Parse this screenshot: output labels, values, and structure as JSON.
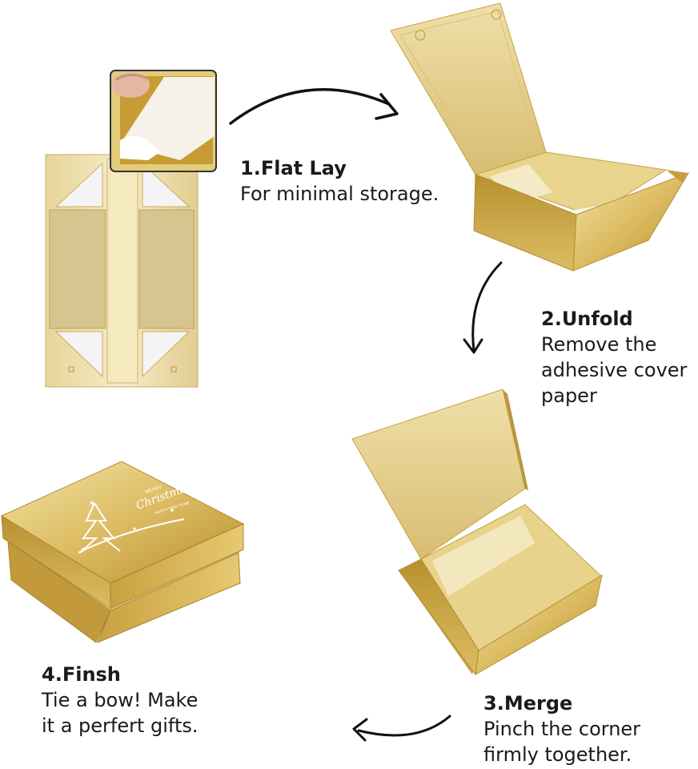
{
  "steps": [
    {
      "title": "1.Flat Lay",
      "description": "For minimal storage."
    },
    {
      "title": "2.Unfold",
      "description_lines": [
        "Remove the",
        "adhesive cover",
        "paper"
      ]
    },
    {
      "title": "3.Merge",
      "description_lines": [
        "Pinch the corner",
        "firmly together."
      ]
    },
    {
      "title": "4.Finsh",
      "description_lines": [
        "Tie a bow! Make",
        "it a perfert gifts."
      ]
    }
  ],
  "lid_print": {
    "top": "MERRY",
    "script": "Christmas",
    "bottom": "HAPPY NEW YEAR"
  },
  "colors": {
    "gold_light": "#f0dc95",
    "gold_mid": "#d9b85a",
    "gold_dark": "#b08a2c",
    "text": "#1a1a1a",
    "arrow": "#111111"
  },
  "icons": [
    "arrow-right-icon",
    "arrow-down-icon",
    "arrow-left-icon"
  ]
}
